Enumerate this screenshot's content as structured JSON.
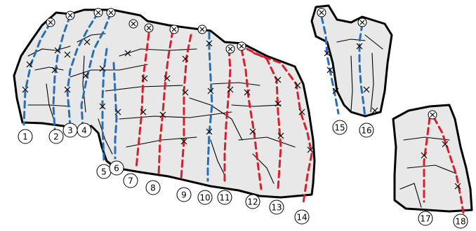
{
  "route_numbers": [
    "1",
    "2",
    "3",
    "4",
    "5",
    "6",
    "7",
    "8",
    "9",
    "10",
    "11",
    "12",
    "13",
    "14",
    "15",
    "16",
    "17",
    "18"
  ],
  "route_colors": {
    "1": "blue",
    "2": "blue",
    "3": "blue",
    "4": "blue",
    "5": "blue",
    "6": "blue",
    "7": "red",
    "8": "red",
    "9": "red",
    "10": "blue",
    "11": "red",
    "12": "red",
    "13": "red",
    "14": "red",
    "15": "blue",
    "16": "blue",
    "17": "red",
    "18": "red"
  },
  "palette": {
    "blue": "#2a6fb6",
    "red": "#d6202b",
    "rock": "#e8e8e8"
  }
}
